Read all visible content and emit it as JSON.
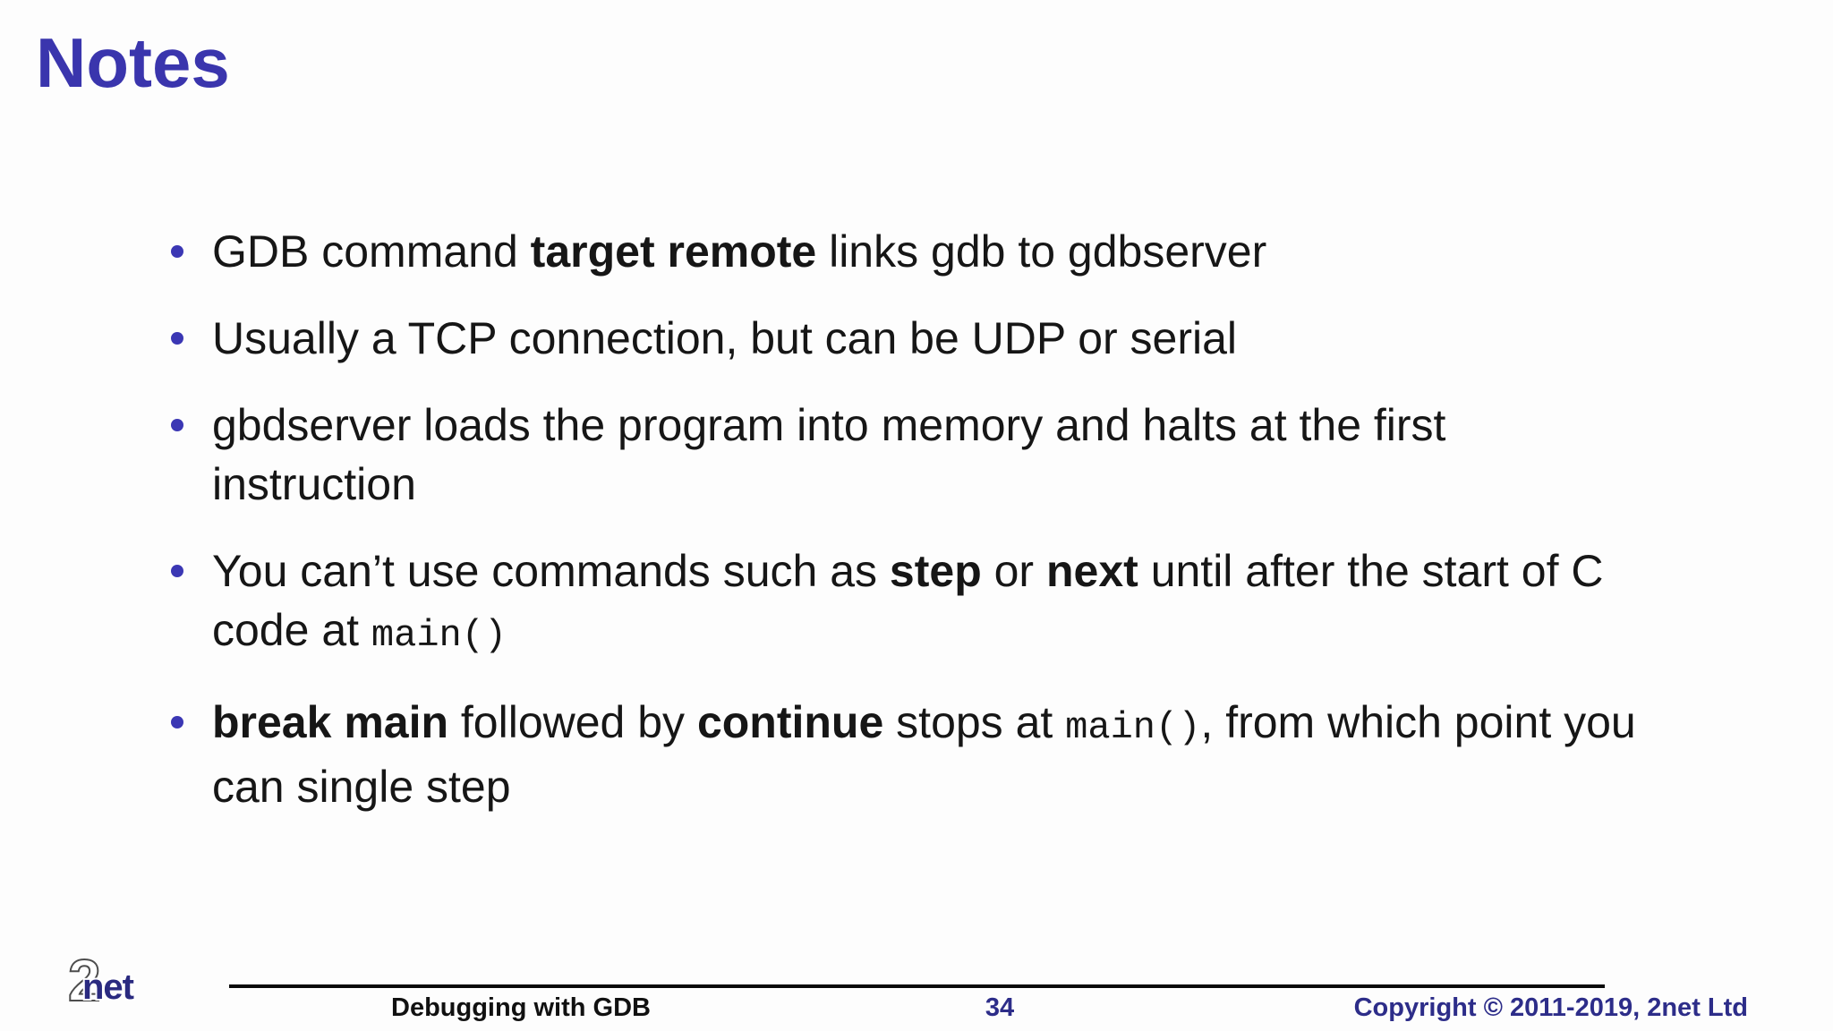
{
  "slide": {
    "title": "Notes",
    "bullets": [
      {
        "runs": [
          {
            "t": "GDB command ",
            "s": "n"
          },
          {
            "t": "target remote",
            "s": "b"
          },
          {
            "t": " links gdb to gdbserver",
            "s": "n"
          }
        ]
      },
      {
        "runs": [
          {
            "t": "Usually a TCP connection, but can be UDP or serial",
            "s": "n"
          }
        ]
      },
      {
        "runs": [
          {
            "t": "gbdserver loads the program into memory and halts at the first\ninstruction",
            "s": "n"
          }
        ]
      },
      {
        "runs": [
          {
            "t": "You can’t use commands such as ",
            "s": "n"
          },
          {
            "t": "step",
            "s": "b"
          },
          {
            "t": " or ",
            "s": "n"
          },
          {
            "t": "next",
            "s": "b"
          },
          {
            "t": " until after the start of C\ncode at ",
            "s": "n"
          },
          {
            "t": "main()",
            "s": "m"
          }
        ]
      },
      {
        "runs": [
          {
            "t": "break main",
            "s": "b"
          },
          {
            "t": " followed by ",
            "s": "n"
          },
          {
            "t": "continue",
            "s": "b"
          },
          {
            "t": " stops at ",
            "s": "n"
          },
          {
            "t": "main()",
            "s": "m"
          },
          {
            "t": ", from which point you\ncan single step",
            "s": "n"
          }
        ]
      }
    ]
  },
  "footer": {
    "logo": {
      "digit": "2",
      "word": "net"
    },
    "doc_title": "Debugging with GDB",
    "page_number": "34",
    "copyright": "Copyright © 2011-2019, 2net Ltd"
  },
  "colors": {
    "accent": "#3a35ad",
    "bullet-dot": "#3b37b4",
    "body-text": "#161616",
    "footer-title": "#111111",
    "footer-blue": "#2d2d89",
    "logo-navy": "#2a2a80",
    "logo-outline": "#4d4d4d",
    "rule": "#0a0a0a",
    "background": "#fdfdfd"
  }
}
